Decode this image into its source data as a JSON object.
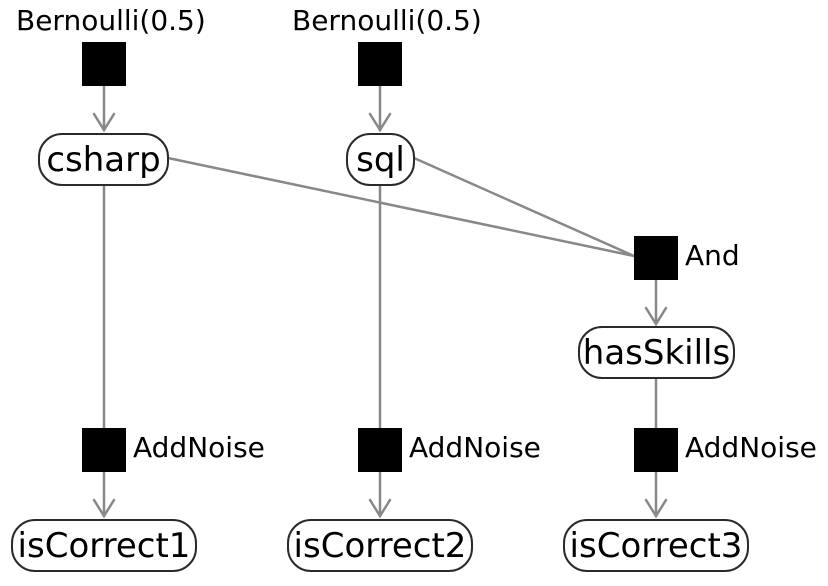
{
  "priors": {
    "csharp": "Bernoulli(0.5)",
    "sql": "Bernoulli(0.5)"
  },
  "variables": {
    "csharp": "csharp",
    "sql": "sql",
    "hasSkills": "hasSkills",
    "isCorrect1": "isCorrect1",
    "isCorrect2": "isCorrect2",
    "isCorrect3": "isCorrect3"
  },
  "factors": {
    "and": "And",
    "noise1": "AddNoise",
    "noise2": "AddNoise",
    "noise3": "AddNoise"
  },
  "colors": {
    "edge": "#888888",
    "factor": "#000000",
    "node_border": "#2a2a2a"
  }
}
